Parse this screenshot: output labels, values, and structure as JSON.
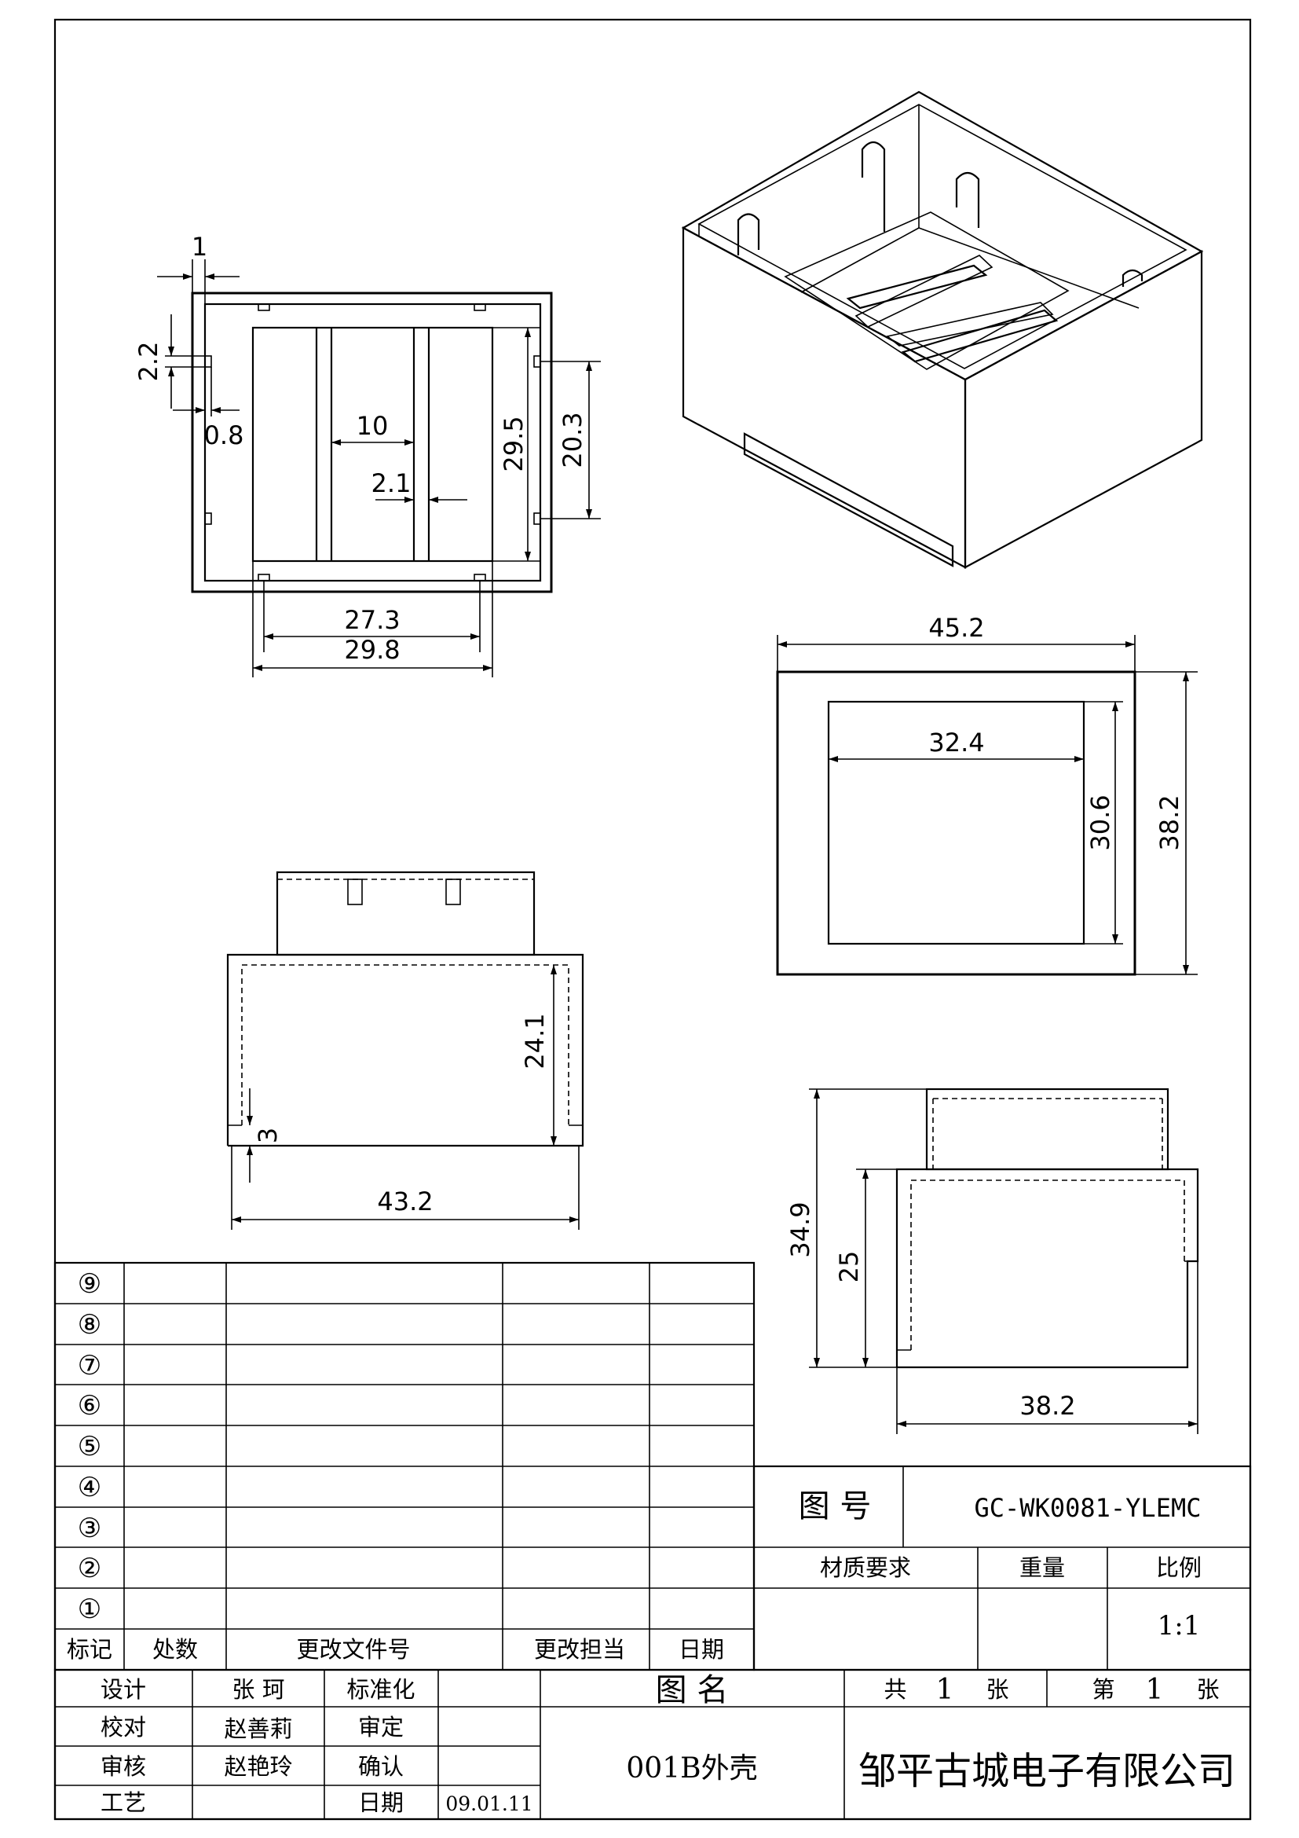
{
  "dimensions": {
    "top_view": {
      "wall": "1",
      "slot_h": "2.2",
      "slot_w": "0.8",
      "rib_gap": "10",
      "rib_w": "2.1",
      "inner_h": "29.5",
      "post_span": "20.3",
      "inner_w1": "27.3",
      "inner_w2": "29.8"
    },
    "bottom_view": {
      "outer_w": "45.2",
      "opening_w": "32.4",
      "opening_h": "30.6",
      "outer_h": "38.2"
    },
    "front_view": {
      "body_h": "24.1",
      "step": "3",
      "width": "43.2"
    },
    "side_view": {
      "total_h": "34.9",
      "body_h": "25",
      "width": "38.2"
    }
  },
  "revision_table": {
    "rows": [
      "⑨",
      "⑧",
      "⑦",
      "⑥",
      "⑤",
      "④",
      "③",
      "②",
      "①"
    ],
    "headers": [
      "标记",
      "处数",
      "更改文件号",
      "更改担当",
      "日期"
    ]
  },
  "title_block": {
    "drawing_no_label": "图 号",
    "drawing_no": "GC-WK0081-YLEMC",
    "material_label": "材质要求",
    "weight_label": "重量",
    "scale_label": "比例",
    "scale": "1:1",
    "design_label": "设计",
    "design_name": "张 珂",
    "standard_label": "标准化",
    "check_label": "校对",
    "check_name": "赵善莉",
    "review_label": "审定",
    "audit_label": "审核",
    "audit_name": "赵艳玲",
    "confirm_label": "确认",
    "process_label": "工艺",
    "date_label": "日期",
    "date": "09.01.11",
    "drawing_name_label": "图 名",
    "drawing_name": "001B外壳",
    "total_label_a": "共",
    "total_count": "1",
    "total_label_b": "张",
    "sheet_label_a": "第",
    "sheet_no": "1",
    "sheet_label_b": "张",
    "company": "邹平古城电子有限公司"
  }
}
